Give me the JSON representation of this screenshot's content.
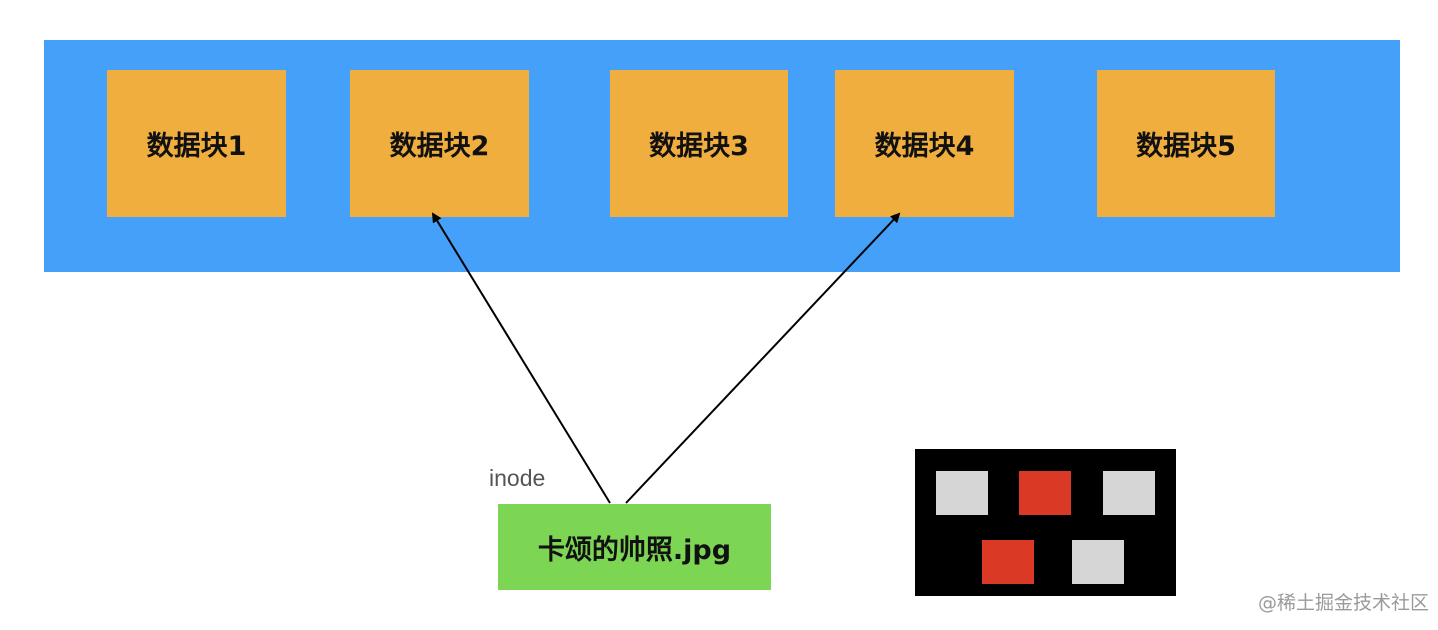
{
  "colors": {
    "disk_bg": "#44a0f8",
    "block_fill": "#f0ae3e",
    "file_fill": "#7dd554",
    "arrow": "#000000",
    "legend_bg": "#000000",
    "legend_gray": "#d6d6d6",
    "legend_red": "#da3a25"
  },
  "blocks": [
    {
      "label": "数据块1"
    },
    {
      "label": "数据块2"
    },
    {
      "label": "数据块3"
    },
    {
      "label": "数据块4"
    },
    {
      "label": "数据块5"
    }
  ],
  "inode": {
    "label": "inode",
    "file_name": "卡颂的帅照.jpg",
    "points_to": [
      "数据块2",
      "数据块4"
    ]
  },
  "legend": {
    "squares": [
      "gray",
      "red",
      "gray",
      "red",
      "gray"
    ]
  },
  "watermark": "@稀土掘金技术社区"
}
